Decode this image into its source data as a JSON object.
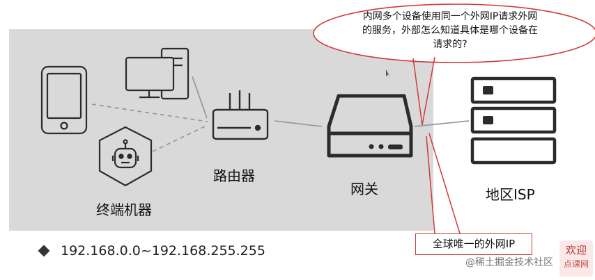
{
  "colors": {
    "panel": "#d9d9d9",
    "icon_stroke": "#2b2b2b",
    "callout_red": "#d23a3a",
    "link_gray": "#9a9a9a"
  },
  "labels": {
    "terminal": "终端机器",
    "router": "路由器",
    "gateway": "网关",
    "isp": "地区ISP"
  },
  "callout": {
    "question": "内网多个设备使用同一个外网IP请求外网的服务，外部怎么知道具体是哪个设备在请求的?",
    "public_ip": "全球唯一的外网IP"
  },
  "ip_range": "192.168.0.0~192.168.255.255",
  "watermark": "@稀土掘金技术社区",
  "badge": {
    "line1": "欢迎",
    "line2": "点课网"
  },
  "icons": [
    "tablet-icon",
    "desktop-computer-icon",
    "robot-icon",
    "router-icon",
    "gateway-icon",
    "server-rack-icon"
  ]
}
